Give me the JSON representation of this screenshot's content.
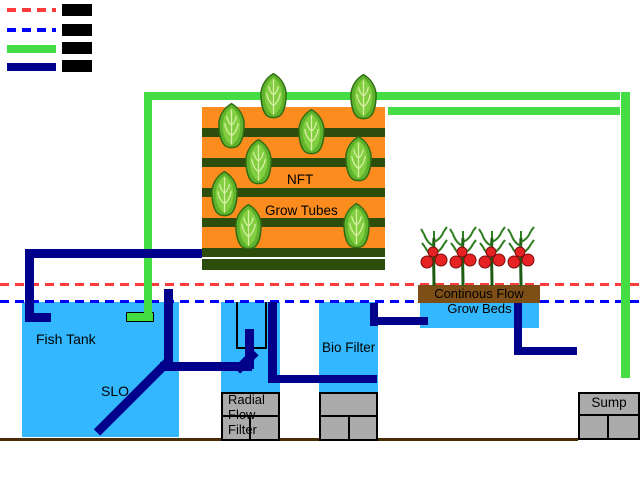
{
  "legend": {
    "items": [
      {
        "swatch": "red-dashed-line",
        "color": "#FF3B3B",
        "label": ""
      },
      {
        "swatch": "blue-dashed-line",
        "color": "#0000FF",
        "label": ""
      },
      {
        "swatch": "green-solid-pipe",
        "color": "#44DD44",
        "label": ""
      },
      {
        "swatch": "navy-solid-pipe",
        "color": "#00008B",
        "label": ""
      }
    ]
  },
  "diagram": {
    "fish_tank": {
      "label": "Fish Tank"
    },
    "slo": {
      "label": "SLO"
    },
    "nft": {
      "label": "NFT",
      "sublabel": "Grow Tubes"
    },
    "radial_flow_filter": {
      "label": "Radial\nFlow\nFilter"
    },
    "bio_filter": {
      "label": "Bio Filter"
    },
    "grow_beds": {
      "label_line1": "Continous Flow",
      "label_line2": "Grow Beds"
    },
    "sump": {
      "label": "Sump"
    }
  },
  "colors": {
    "background": "#FFFFFF",
    "water_blue": "#33B7FF",
    "pipe_navy": "#00008B",
    "pipe_green": "#44DD44",
    "nft_orange": "#FC8C1E",
    "nft_dark_green": "#2D4D0D",
    "bed_brown": "#7E4E17",
    "block_gray": "#ABABAB",
    "ground_brown": "#4A2D06",
    "dash_red": "#FF3B3B",
    "dash_blue": "#0000FF"
  }
}
